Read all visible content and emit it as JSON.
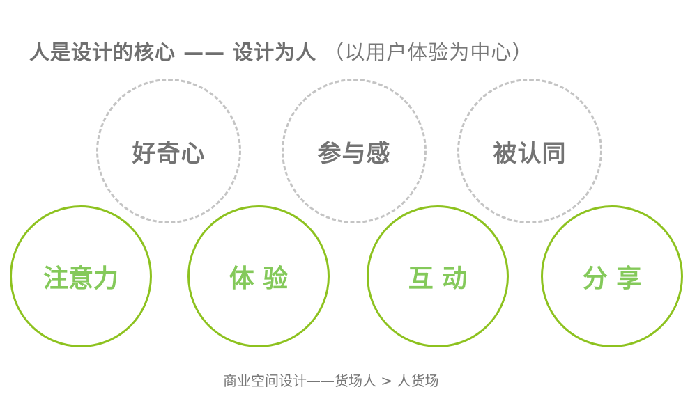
{
  "title": {
    "main": "人是设计的核心 —— 设计为人",
    "sub": "（以用户体验为中心）"
  },
  "top_circles": [
    {
      "label": "好奇心"
    },
    {
      "label": "参与感"
    },
    {
      "label": "被认同"
    }
  ],
  "bottom_circles": [
    {
      "label": "注意力"
    },
    {
      "label": "体 验"
    },
    {
      "label": "互 动"
    },
    {
      "label": "分 享"
    }
  ],
  "caption": "商业空间设计——货场人 > 人货场",
  "colors": {
    "dashed_border": "#c4c4c4",
    "green_border": "#8dc21f",
    "green_text": "#84c95a",
    "gray_text": "#737373"
  }
}
